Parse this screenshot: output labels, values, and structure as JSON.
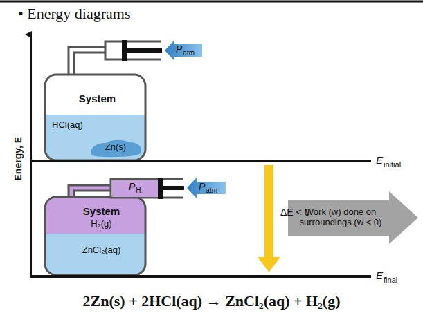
{
  "diagram": {
    "caption": "2Zn(s) + 2HCl(aq) → ZnCl₂(aq) + H₂(g)",
    "nodes": [
      {
        "text": [
          "System",
          "HCl(aq)"
        ]
      },
      {
        "text": [
          "Zn(s)"
        ],
        "in": 0
      },
      {
        "text": [
          "System",
          "H₂(g)",
          "ZnCl₂(aq)"
        ]
      },
      {
        "text": [
          "Work (w) done on surroundings (w < 0)"
        ]
      }
    ],
    "labels": [
      "• Energy diagrams",
      "Energy, E",
      "P",
      "atm",
      "E",
      "initial",
      "P",
      "H₂",
      "P",
      "atm",
      "ΔE < 0",
      "E",
      "final"
    ]
  }
}
